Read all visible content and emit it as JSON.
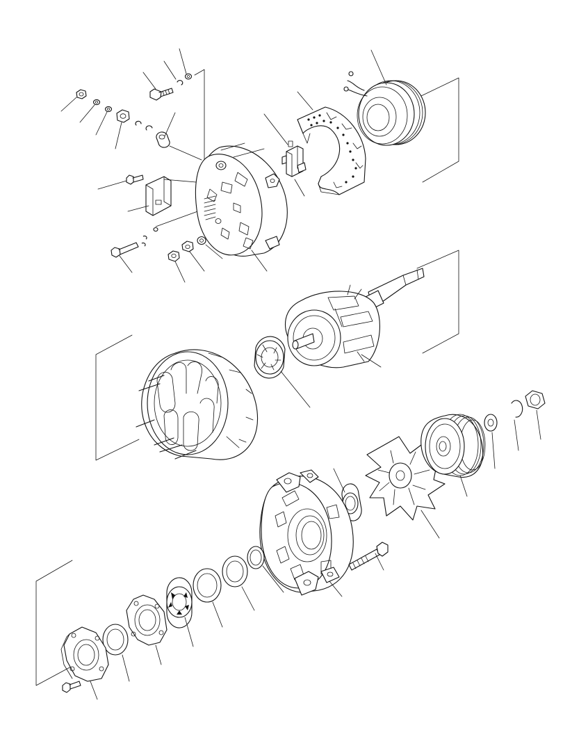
{
  "diagram": {
    "kind": "exploded-parts-view",
    "colors": {
      "line": "#111111",
      "background": "#ffffff"
    },
    "parts": [
      {
        "name": "rear-cover-nut-top"
      },
      {
        "name": "rear-cover-washer-top"
      },
      {
        "name": "rear-cover-lock-washer-top"
      },
      {
        "name": "terminal-nut"
      },
      {
        "name": "terminal-washer-pair"
      },
      {
        "name": "terminal-bolt"
      },
      {
        "name": "terminal-spring-washer"
      },
      {
        "name": "terminal-flat-washer"
      },
      {
        "name": "insulator-bushing"
      },
      {
        "name": "rear-cover-screw"
      },
      {
        "name": "condenser-plate"
      },
      {
        "name": "through-bolt-rear"
      },
      {
        "name": "rear-nut-lower"
      },
      {
        "name": "rear-nut-second"
      },
      {
        "name": "rear-washer-lower"
      },
      {
        "name": "rear-housing"
      },
      {
        "name": "brush-holder"
      },
      {
        "name": "rectifier-assembly"
      },
      {
        "name": "stator-coil-top"
      },
      {
        "name": "rotor"
      },
      {
        "name": "rear-bearing"
      },
      {
        "name": "stator"
      },
      {
        "name": "front-bearing-small"
      },
      {
        "name": "fan"
      },
      {
        "name": "pulley"
      },
      {
        "name": "pulley-washer"
      },
      {
        "name": "pulley-spring-washer"
      },
      {
        "name": "pulley-nut"
      },
      {
        "name": "front-housing"
      },
      {
        "name": "through-bolt-front"
      },
      {
        "name": "spacer-ring"
      },
      {
        "name": "seal-ring"
      },
      {
        "name": "collar-ring"
      },
      {
        "name": "front-bearing"
      },
      {
        "name": "bearing-retainer"
      },
      {
        "name": "retainer-ring"
      },
      {
        "name": "bearing-cover-plate"
      },
      {
        "name": "cover-plate-screw"
      }
    ]
  }
}
